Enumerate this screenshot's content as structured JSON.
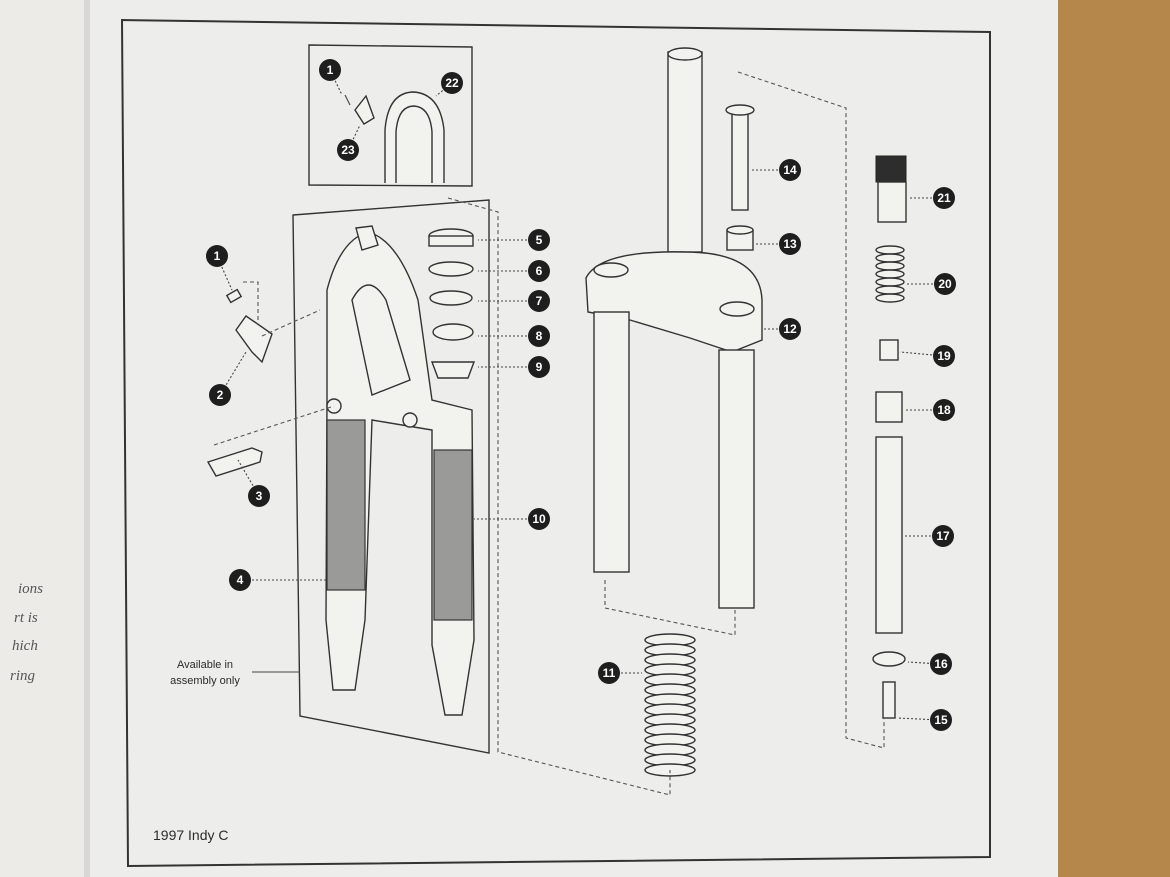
{
  "model_label": "1997 Indy C",
  "assembly_note": [
    "Available in",
    "assembly only"
  ],
  "left_page_fragments": [
    "ions",
    "rt is",
    "hich",
    "ring"
  ],
  "callouts": [
    "1",
    "2",
    "3",
    "4",
    "5",
    "6",
    "7",
    "8",
    "9",
    "10",
    "11",
    "12",
    "13",
    "14",
    "15",
    "16",
    "17",
    "18",
    "19",
    "20",
    "21",
    "22",
    "23"
  ],
  "inset_callouts": [
    "1",
    "22",
    "23"
  ]
}
